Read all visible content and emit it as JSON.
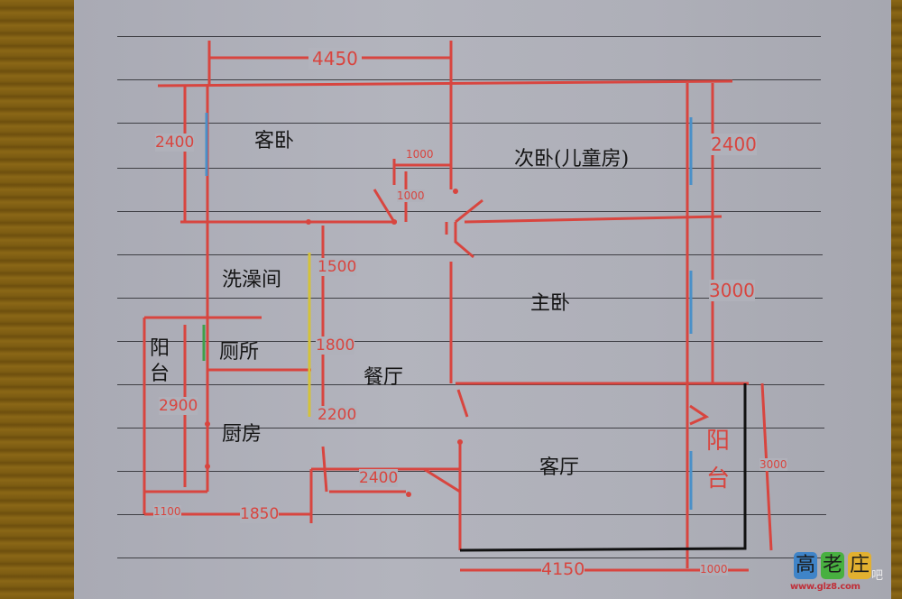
{
  "floor_plan": {
    "rooms": [
      {
        "id": "guest_bedroom",
        "label": "客卧"
      },
      {
        "id": "second_bedroom",
        "label": "次卧(儿童房)"
      },
      {
        "id": "bathroom",
        "label": "洗澡间"
      },
      {
        "id": "toilet",
        "label": "厕所"
      },
      {
        "id": "kitchen",
        "label": "厨房"
      },
      {
        "id": "dining",
        "label": "餐厅"
      },
      {
        "id": "master_bedroom",
        "label": "主卧"
      },
      {
        "id": "living_room",
        "label": "客厅"
      },
      {
        "id": "balcony_left",
        "label_top": "阳",
        "label_bottom": "台"
      },
      {
        "id": "balcony_right",
        "label_top": "阳",
        "label_bottom": "台"
      }
    ],
    "dimensions": {
      "top_width": "4450",
      "guest_bedroom_height": "2400",
      "second_bedroom_height": "2400",
      "door_width": "1000",
      "door_depth": "1000",
      "bathroom_height": "1500",
      "toilet_height": "1800",
      "dining_height": "2200",
      "balcony_left_height": "2900",
      "balcony_left_width": "1100",
      "kitchen_width": "1850",
      "dining_width": "2400",
      "master_bedroom_height": "3000",
      "living_room_width": "4150",
      "balcony_right_width": "1000",
      "balcony_right_height": "3000"
    },
    "colors": {
      "wall": "#d8453f",
      "exterior_wall": "#111111",
      "window": "#4a90c8",
      "bath_partition": "#d4c23a",
      "toilet_window": "#3fa04a",
      "paper": "#b0b1ba",
      "desk": "#7d5c12"
    }
  },
  "watermark": {
    "chars": [
      "高",
      "老",
      "庄"
    ],
    "tail": "吧",
    "url": "www.glz8.com"
  }
}
